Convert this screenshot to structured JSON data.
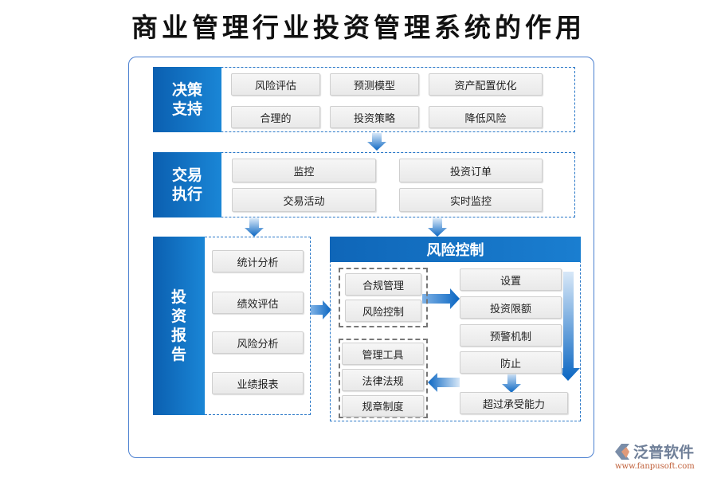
{
  "title": "商业管理行业投资管理系统的作用",
  "decision": {
    "label": "决策支持",
    "items": [
      "风险评估",
      "预测模型",
      "资产配置优化",
      "合理的",
      "投资策略",
      "降低风险"
    ]
  },
  "trade": {
    "label": "交易执行",
    "items": [
      "监控",
      "投资订单",
      "交易活动",
      "实时监控"
    ]
  },
  "report": {
    "label": "投资报告",
    "items": [
      "统计分析",
      "绩效评估",
      "风险分析",
      "业绩报表"
    ]
  },
  "risk": {
    "label": "风险控制",
    "group1": [
      "合规管理",
      "风险控制"
    ],
    "group2": [
      "管理工具",
      "法律法规",
      "规章制度"
    ],
    "right": [
      "设置",
      "投资限额",
      "预警机制",
      "防止"
    ],
    "bottom": "超过承受能力"
  },
  "logo": {
    "name": "泛普软件",
    "url": "www.fanpusoft.com"
  },
  "colors": {
    "accent": "#1570c0",
    "frame": "#4a7fd0"
  }
}
